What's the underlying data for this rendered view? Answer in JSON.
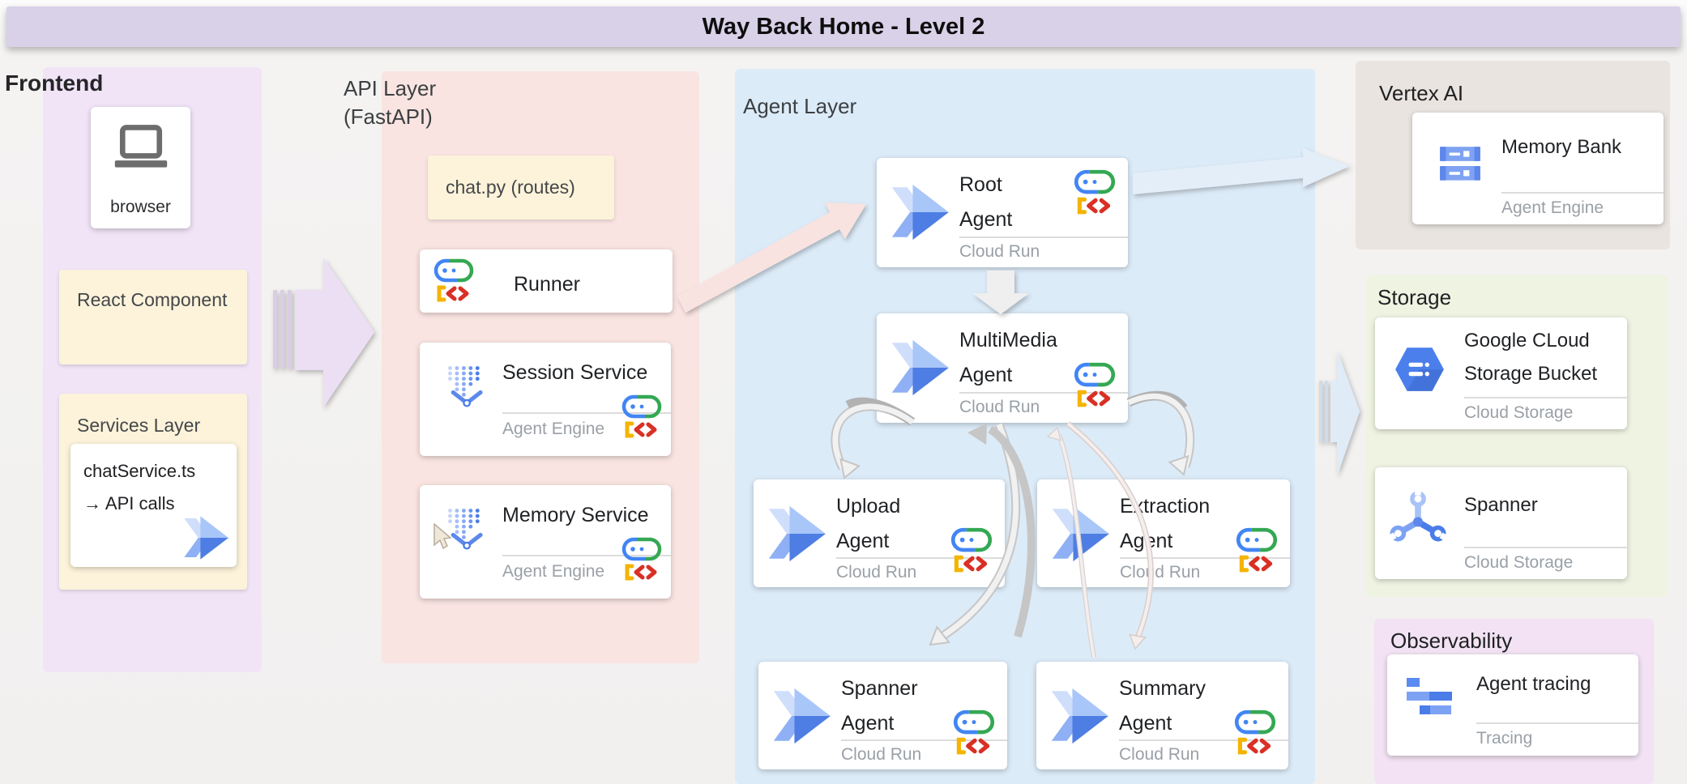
{
  "title": "Way Back Home - Level 2",
  "sections": {
    "frontend": {
      "label": "Frontend"
    },
    "api_layer": {
      "label": "API Layer\n(FastAPI)"
    },
    "agent_layer": {
      "label": "Agent Layer"
    },
    "vertex_ai": {
      "label": "Vertex AI"
    },
    "storage": {
      "label": "Storage"
    },
    "observability": {
      "label": "Observability"
    }
  },
  "frontend": {
    "browser": {
      "label": "browser"
    },
    "react_component": {
      "label": "React Component"
    },
    "services_layer": {
      "label": "Services Layer"
    },
    "chat_service": {
      "line1": "chatService.ts",
      "line2": "→ API calls"
    }
  },
  "api_layer": {
    "chat_py": {
      "label": "chat.py (routes)"
    },
    "runner": {
      "title": "Runner"
    },
    "session_service": {
      "title": "Session Service",
      "caption": "Agent Engine"
    },
    "memory_service": {
      "title": "Memory Service",
      "caption": "Agent Engine"
    }
  },
  "agents": {
    "root": {
      "line1": "Root",
      "line2": "Agent",
      "caption": "Cloud Run"
    },
    "multimedia": {
      "line1": "MultiMedia",
      "line2": "Agent",
      "caption": "Cloud Run"
    },
    "upload": {
      "line1": "Upload",
      "line2": "Agent",
      "caption": "Cloud Run"
    },
    "extraction": {
      "line1": "Extraction",
      "line2": "Agent",
      "caption": "Cloud Run"
    },
    "spanner": {
      "line1": "Spanner",
      "line2": "Agent",
      "caption": "Cloud Run"
    },
    "summary": {
      "line1": "Summary",
      "line2": "Agent",
      "caption": "Cloud Run"
    }
  },
  "vertex_ai": {
    "memory_bank": {
      "title": "Memory Bank",
      "caption": "Agent Engine"
    }
  },
  "storage": {
    "gcs_bucket": {
      "line1": "Google CLoud",
      "line2": "Storage Bucket",
      "caption": "Cloud Storage"
    },
    "spanner": {
      "title": "Spanner",
      "caption": "Cloud Storage"
    }
  },
  "observability": {
    "agent_tracing": {
      "title": "Agent tracing",
      "caption": "Tracing"
    }
  },
  "icons": {
    "browser": "laptop-icon",
    "agent": "agent-double-arrow-icon",
    "adk": "adk-robot-brackets-icon",
    "agent_engine": "dotted-v-agent-engine-icon",
    "memory_bank": "server-stack-icon",
    "gcs": "hexagon-storage-icon",
    "spanner": "three-arm-wrench-icon",
    "tracing": "gantt-bars-icon",
    "cursor": "mouse-pointer"
  },
  "colors": {
    "titlebar": "#d8d1e8",
    "frontend_panel": "#f1e4f7",
    "api_panel": "#f9e4e1",
    "agent_panel": "#dcebf8",
    "vertex_panel": "#e9e4df",
    "storage_panel": "#eff3e2",
    "observability_panel": "#f2e2f4",
    "cream_card": "#fcf3da",
    "google_blue": "#4285f4",
    "google_green": "#34a853",
    "google_red": "#d93025",
    "google_yellow": "#f4b400",
    "caption_gray": "#9aa0a6"
  }
}
